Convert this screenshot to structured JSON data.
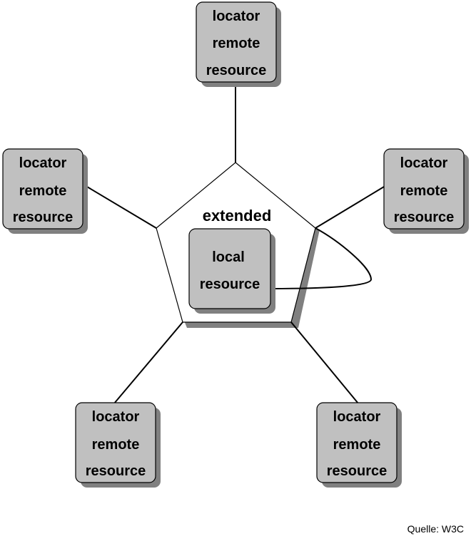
{
  "diagram": {
    "center_label": "extended",
    "local_box": {
      "line1": "local",
      "line2": "resource"
    },
    "remote_boxes": [
      {
        "line1": "locator",
        "line2": "remote",
        "line3": "resource"
      },
      {
        "line1": "locator",
        "line2": "remote",
        "line3": "resource"
      },
      {
        "line1": "locator",
        "line2": "remote",
        "line3": "resource"
      },
      {
        "line1": "locator",
        "line2": "remote",
        "line3": "resource"
      },
      {
        "line1": "locator",
        "line2": "remote",
        "line3": "resource"
      }
    ],
    "colors": {
      "box_fill": "#c0c0c0",
      "shadow": "#808080",
      "stroke": "#000000"
    }
  },
  "source": "Quelle: W3C"
}
